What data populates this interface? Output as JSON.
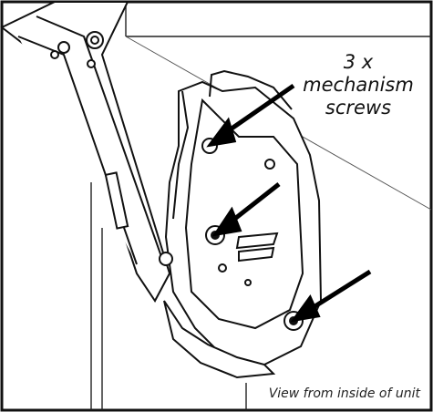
{
  "callout": {
    "line1": "3 x",
    "line2": "mechanism",
    "line3": "screws"
  },
  "caption": "View from inside of unit",
  "colors": {
    "line": "#111111",
    "arrow": "#000000",
    "background": "#ffffff"
  }
}
